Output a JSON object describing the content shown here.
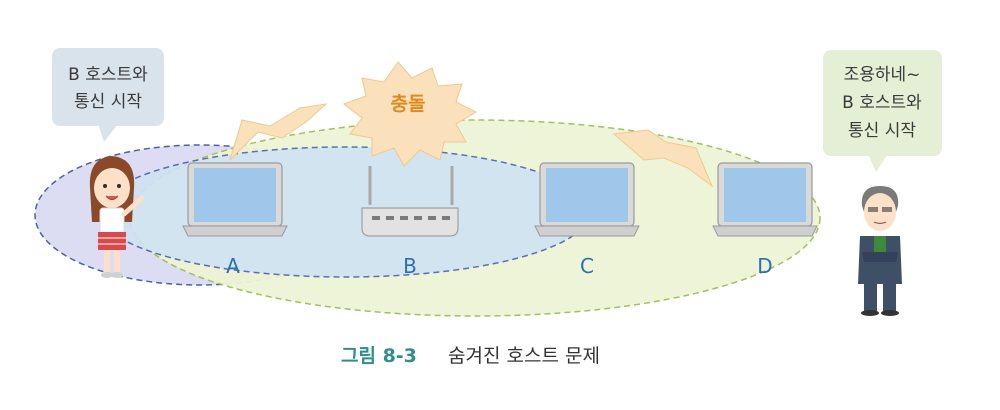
{
  "bubbles": {
    "left": {
      "lines": [
        "B 호스트와",
        "통신 시작"
      ]
    },
    "right": {
      "lines": [
        "조용하네~",
        "B 호스트와",
        "통신 시작"
      ]
    }
  },
  "collision": {
    "label": "충돌"
  },
  "nodes": [
    {
      "label": "A",
      "type": "laptop"
    },
    {
      "label": "B",
      "type": "router"
    },
    {
      "label": "C",
      "type": "laptop"
    },
    {
      "label": "D",
      "type": "laptop"
    }
  ],
  "caption": {
    "number": "그림 8-3",
    "text": "숨겨진 호스트 문제"
  },
  "colors": {
    "range_b": "#cfe3f2",
    "range_d": "#eef4d6",
    "range_left_edge": "#dcdcf2",
    "bubble_left": "#d8e3ec",
    "bubble_right": "#e4efd6",
    "collision_fill": "#fbe1bb",
    "node_label": "#2a6fb0",
    "caption_accent": "#2f8f8a"
  },
  "icons": [
    "girl-character-icon",
    "man-character-icon",
    "laptop-icon",
    "router-icon",
    "lightning-bolt-icon",
    "explosion-burst-icon"
  ]
}
